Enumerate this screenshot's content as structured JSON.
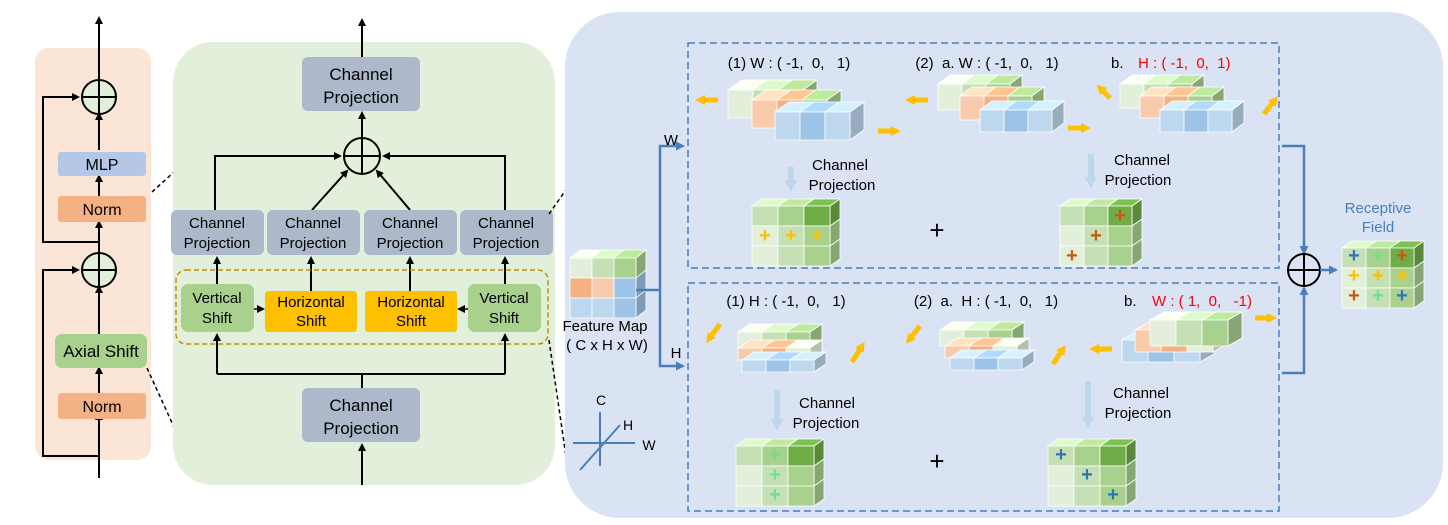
{
  "left_block": {
    "mlp": "MLP",
    "norm_top": "Norm",
    "axial_shift": "Axial Shift",
    "norm_bottom": "Norm"
  },
  "middle_block": {
    "top_proj": [
      "Channel",
      "Projection"
    ],
    "bottom_proj": [
      "Channel",
      "Projection"
    ],
    "branch_proj": [
      "Channel",
      "Projection"
    ],
    "vertical_shift": [
      "Vertical",
      "Shift"
    ],
    "horizontal_shift": [
      "Horizontal",
      "Shift"
    ]
  },
  "right_block": {
    "feature_map": "Feature Map",
    "feature_dims": "( C x H x W)",
    "w_label": "W",
    "h_label": "H",
    "axes": {
      "c": "C",
      "h": "H",
      "w": "W"
    },
    "top_step1": "(1) W : ( -1,  0,   1)",
    "top_step2": "(2)  a. W : ( -1,  0,   1)",
    "top_step2b_prefix": "b.",
    "top_step2b_red": "H : ( -1,  0,  1)",
    "bot_step1": "(1) H : ( -1,  0,   1)",
    "bot_step2": "(2)  a.  H : ( -1,  0,   1)",
    "bot_step2b_prefix": "b.",
    "bot_step2b_red": "W : ( 1,  0,   -1)",
    "channel": "Channel",
    "projection": "Projection",
    "plus": "+",
    "receptive": "Receptive",
    "field": "Field"
  },
  "colors": {
    "norm": "#f4b183",
    "mlp": "#b4c7e7",
    "green_box": "#a9d18e",
    "gray_box": "#adb9ca",
    "orange_box": "#ffc000",
    "arrow_yellow": "#ffc000",
    "blue_line": "#4a7ebb",
    "red": "#ff0000",
    "bg_left": "#fbe5d6",
    "bg_middle": "#e2efda",
    "bg_right": "#dae3f3"
  }
}
